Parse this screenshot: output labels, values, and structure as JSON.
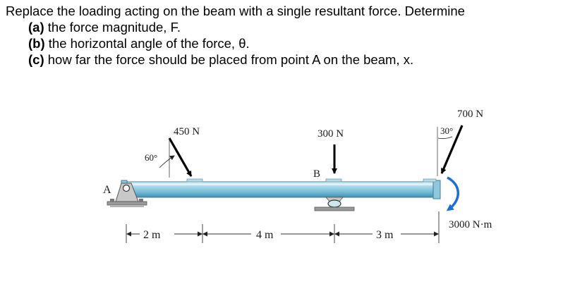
{
  "problem": {
    "intro": "Replace the loading acting on the beam with a single resultant force. Determine",
    "parts": [
      {
        "tag": "(a)",
        "text": "the force magnitude, F."
      },
      {
        "tag": "(b)",
        "text": "the horizontal angle of the force, θ."
      },
      {
        "tag": "(c)",
        "text": "how far the force should be placed from point A on the beam, x."
      }
    ]
  },
  "figure": {
    "labels": {
      "point_a": "A",
      "point_b": "B",
      "force_450": "450 N",
      "angle_60": "60°",
      "force_300": "300 N",
      "force_700": "700 N",
      "angle_30": "30°",
      "moment": "3000 N·m",
      "dim_2": "2 m",
      "dim_4": "4 m",
      "dim_3": "3 m"
    },
    "colors": {
      "beam_top": "#cfe9f3",
      "beam_mid": "#7cc3dc",
      "beam_shadow": "#3d8fb0",
      "moment_arrow": "#1f6fd1",
      "support": "#a9a9a9"
    }
  }
}
